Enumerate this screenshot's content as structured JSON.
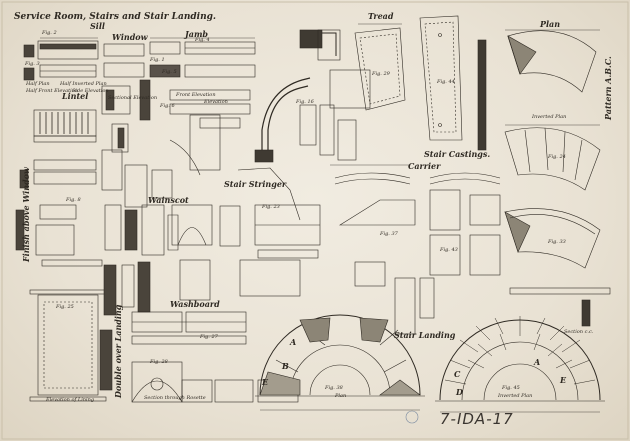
{
  "sheet": {
    "title": "Service Room, Stairs and Stair Landing.",
    "headings": {
      "sill": "Sill",
      "window": "Window",
      "jamb": "Jamb",
      "lintel": "Lintel",
      "tread": "Tread",
      "plan": "Plan",
      "stair_castings": "Stair Castings.",
      "carrier": "Carrier",
      "stair_stringer": "Stair Stringer",
      "wainscot": "Wainscot",
      "washboard": "Washboard",
      "stair_landing": "Stair Landing",
      "pattern_abc": "Pattern A.B.C.",
      "finish_above_window": "Finish above Window",
      "doubleover_landing": "Double over Landing",
      "elevation_of_lining": "Elevation of Lining",
      "section_cc": "Section c.c."
    },
    "figures": [
      "Fig. 2",
      "Fig. 1",
      "Fig. 3",
      "Fig. 4",
      "Fig. 5",
      "Fig. 6",
      "Fig. 8",
      "Fig. 16",
      "Fig. 23",
      "Fig. 24",
      "Fig. 25",
      "Fig. 27",
      "Fig. 28",
      "Fig. 29",
      "Fig. 33",
      "Fig. 37",
      "Fig. 38",
      "Fig. 43",
      "Fig. 44",
      "Fig. 45"
    ],
    "labels": {
      "half_plan": "Half Plan",
      "half_inverted_plan": "Half Inverted Plan",
      "front_elevation": "Front Elevation",
      "side_elevation": "Side Elevation",
      "sectional_elevation": "Sectional Elevation",
      "inverted_plan": "Inverted Plan",
      "half_front_elevation": "Half Front Elevation",
      "elevation": "Elevation",
      "section_through_rosette": "Section through Rosette",
      "plan_fig_58": "Plan",
      "plan_fig_60": "Inverted Plan"
    },
    "plan_letters": [
      "A",
      "B",
      "C",
      "D",
      "E"
    ],
    "stamp": "7-IDA-17"
  }
}
